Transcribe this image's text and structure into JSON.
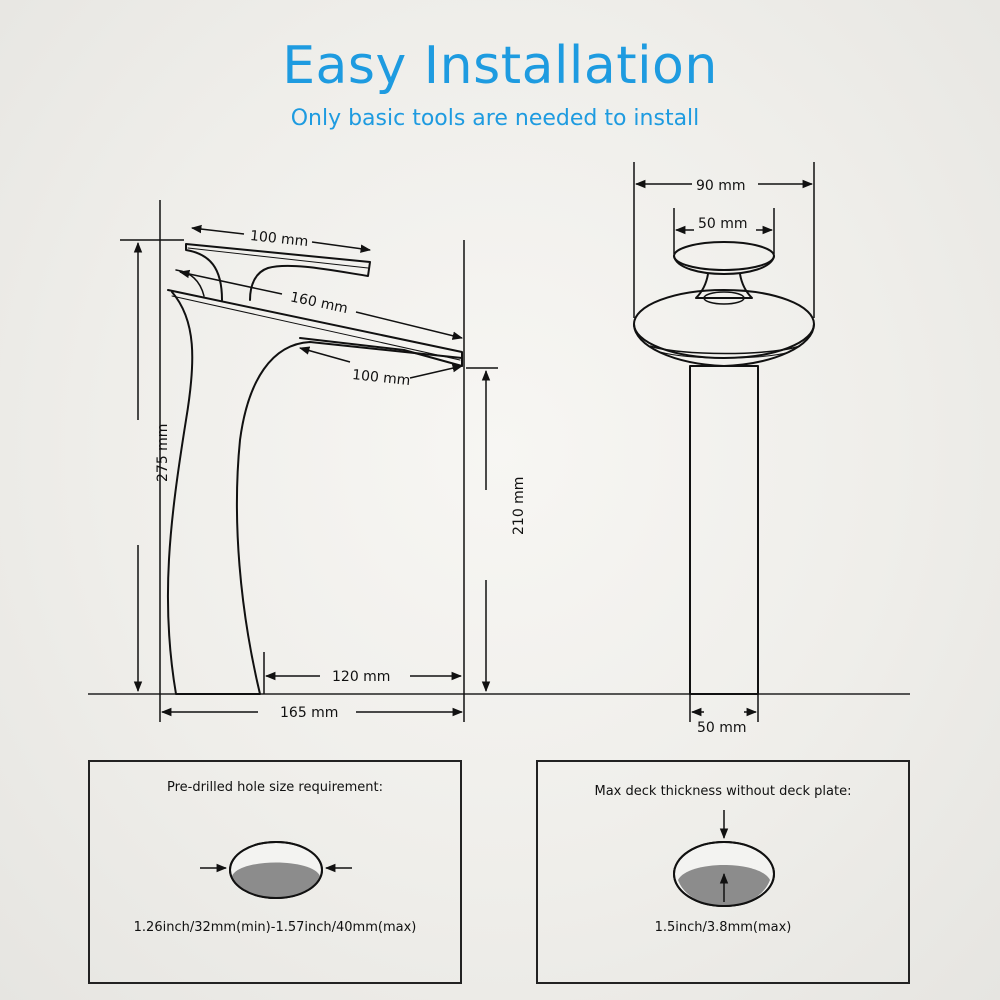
{
  "header": {
    "title": "Easy Installation",
    "subtitle": "Only basic tools are needed to install"
  },
  "side_view": {
    "spout_top_length": "100 mm",
    "spout_full_length": "160 mm",
    "spout_outlet_length": "100 mm",
    "total_height": "275 mm",
    "spout_height": "210 mm",
    "base_to_outlet": "120 mm",
    "total_depth": "165 mm"
  },
  "front_view": {
    "spout_width": "90 mm",
    "handle_width": "50 mm",
    "base_width": "50 mm"
  },
  "hole_box": {
    "title": "Pre-drilled hole size requirement:",
    "caption": "1.26inch/32mm(min)-1.57inch/40mm(max)"
  },
  "deck_box": {
    "title": "Max deck thickness without deck plate:",
    "caption": "1.5inch/3.8mm(max)"
  }
}
